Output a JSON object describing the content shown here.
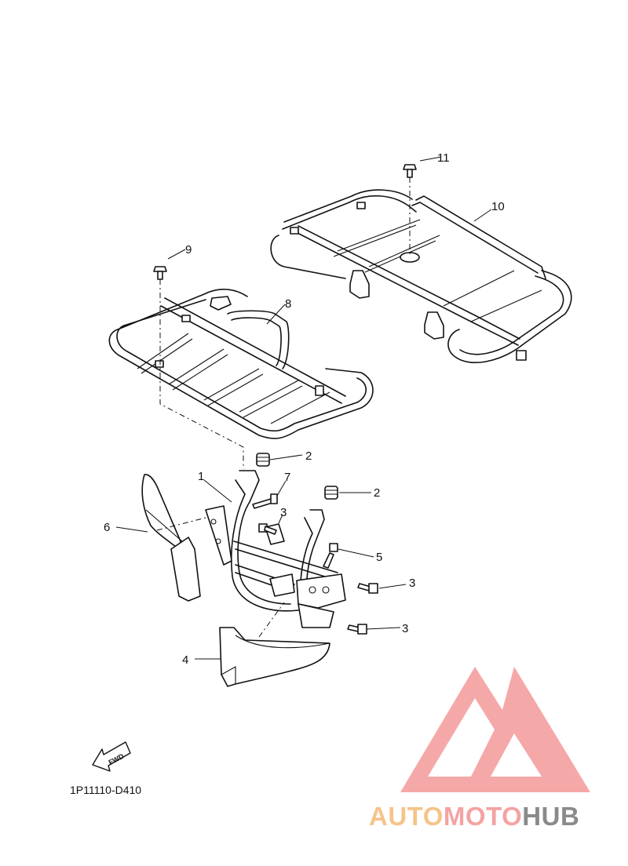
{
  "diagram": {
    "code": "1P11110-D410",
    "fwd_label": "FWD",
    "callouts": [
      {
        "id": "c1",
        "label": "1"
      },
      {
        "id": "c2a",
        "label": "2"
      },
      {
        "id": "c2b",
        "label": "2"
      },
      {
        "id": "c3a",
        "label": "3"
      },
      {
        "id": "c3b",
        "label": "3"
      },
      {
        "id": "c3c",
        "label": "3"
      },
      {
        "id": "c4",
        "label": "4"
      },
      {
        "id": "c5",
        "label": "5"
      },
      {
        "id": "c6",
        "label": "6"
      },
      {
        "id": "c7",
        "label": "7"
      },
      {
        "id": "c8",
        "label": "8"
      },
      {
        "id": "c9",
        "label": "9"
      },
      {
        "id": "c10",
        "label": "10"
      },
      {
        "id": "c11",
        "label": "11"
      }
    ]
  },
  "watermark": {
    "part1": "AUTO",
    "part2": "MOTO",
    "part3": "HUB",
    "colors": {
      "auto": "#f5c48a",
      "moto": "#f4a3a3",
      "hub": "#8a8a8a",
      "logo": "#f4a3a3"
    }
  }
}
